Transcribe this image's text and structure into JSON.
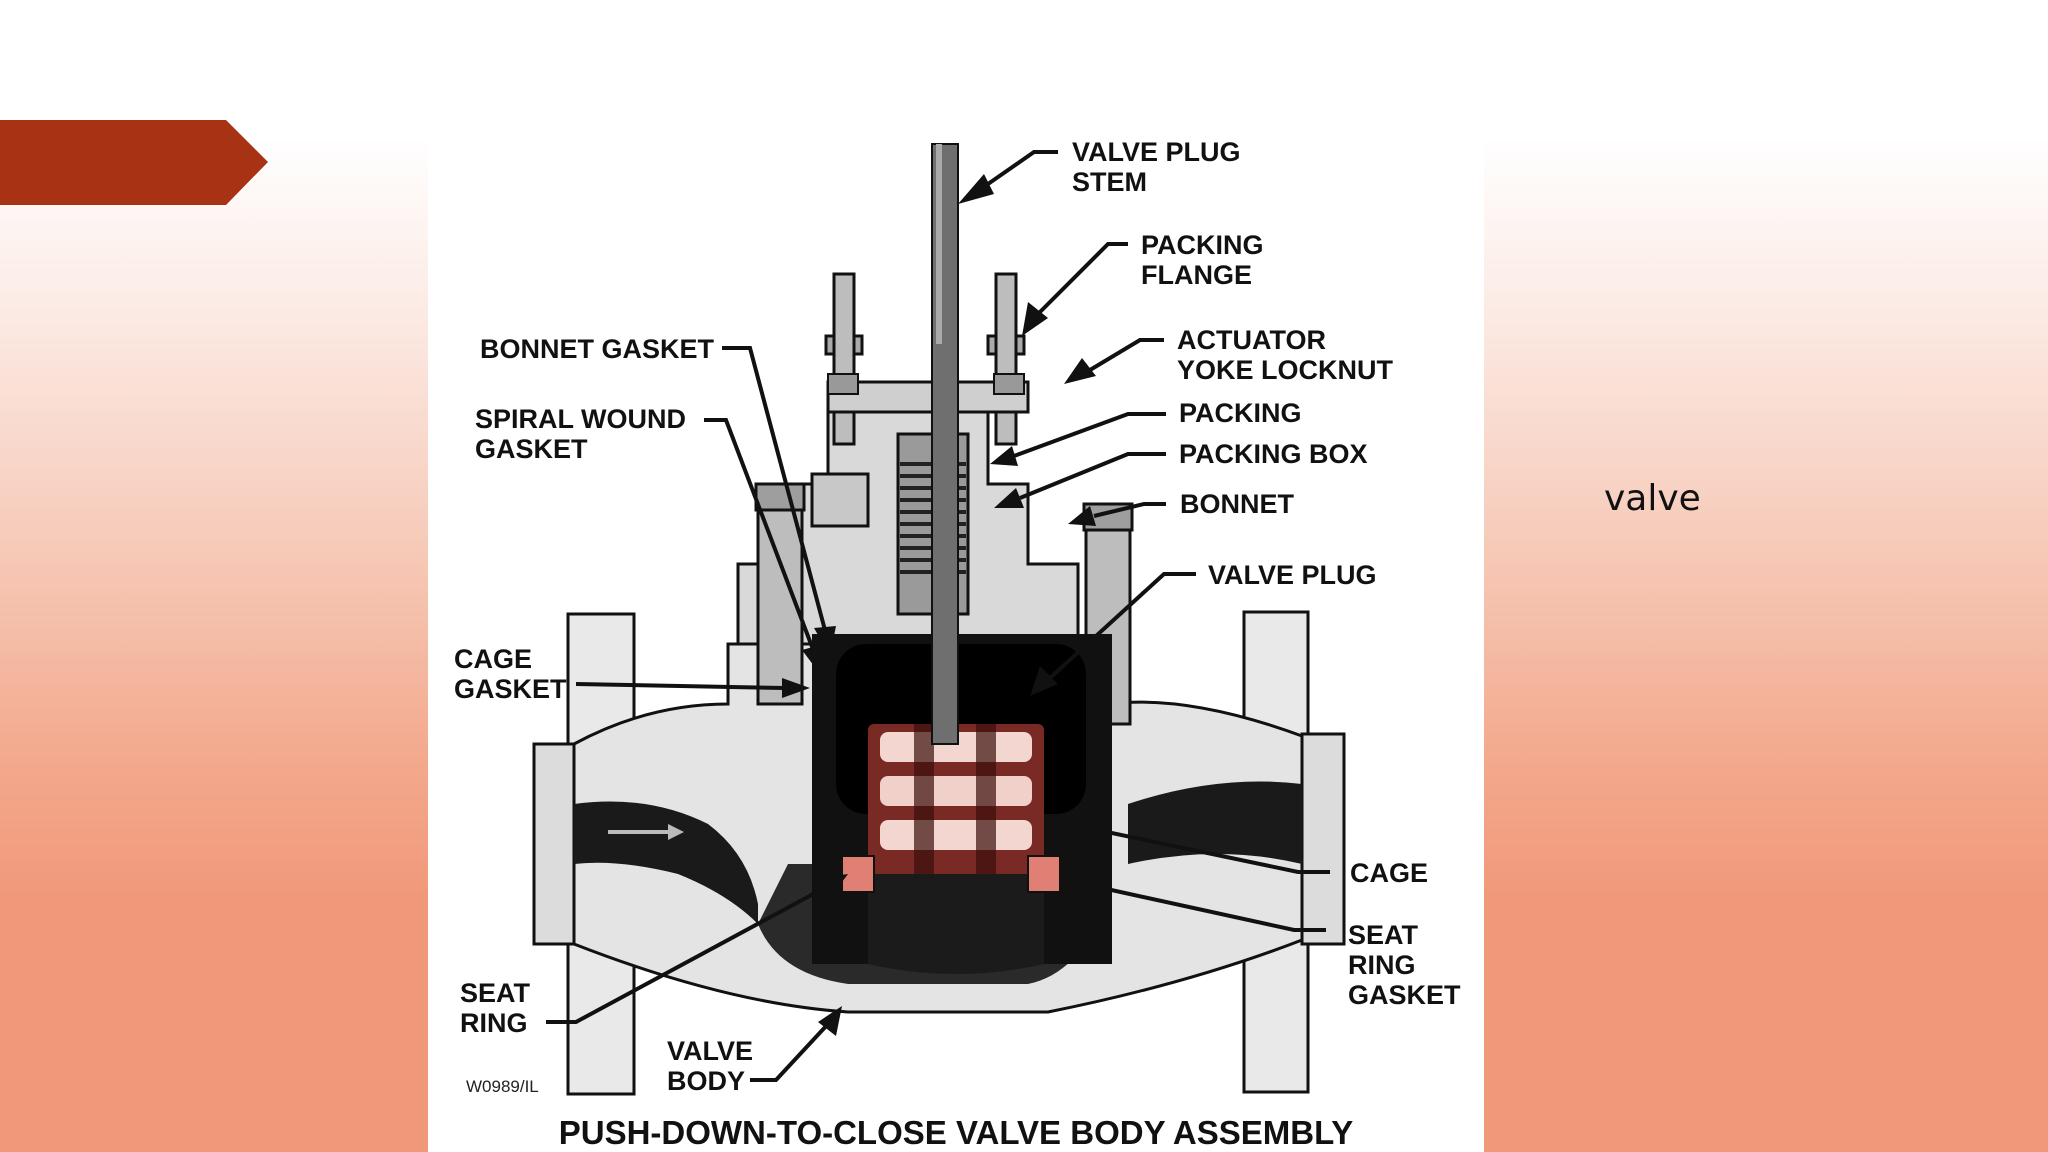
{
  "slide": {
    "side_caption": "valve",
    "accent_color": "#a83214"
  },
  "figure": {
    "title": "PUSH-DOWN-TO-CLOSE VALVE BODY ASSEMBLY",
    "code": "W0989/IL",
    "labels": {
      "valve_plug_stem": [
        "VALVE PLUG",
        "STEM"
      ],
      "packing_flange": [
        "PACKING",
        "FLANGE"
      ],
      "actuator_yoke_locknut": [
        "ACTUATOR",
        "YOKE LOCKNUT"
      ],
      "packing": "PACKING",
      "packing_box": "PACKING BOX",
      "bonnet": "BONNET",
      "valve_plug": "VALVE PLUG",
      "bonnet_gasket": "BONNET GASKET",
      "spiral_wound_gasket": [
        "SPIRAL WOUND",
        "GASKET"
      ],
      "cage_gasket": [
        "CAGE",
        "GASKET"
      ],
      "cage": "CAGE",
      "seat_ring_gasket": [
        "SEAT",
        "RING",
        "GASKET"
      ],
      "seat_ring": [
        "SEAT",
        "RING"
      ],
      "valve_body": [
        "VALVE",
        "BODY"
      ]
    }
  }
}
